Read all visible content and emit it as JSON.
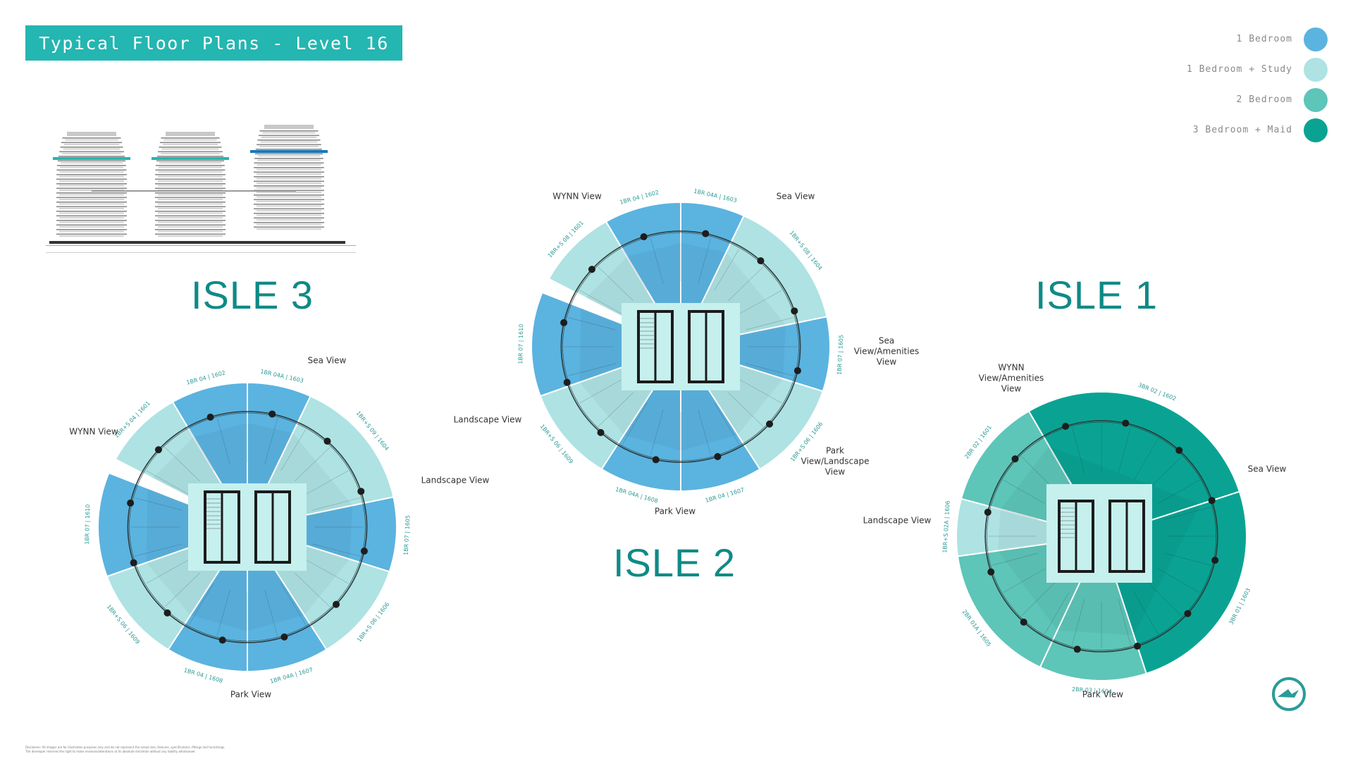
{
  "header": {
    "title": "Typical Floor Plans - Level 16"
  },
  "legend": [
    {
      "label": "1 Bedroom",
      "color": "#5bb3e0"
    },
    {
      "label": "1 Bedroom + Study",
      "color": "#aee2e3"
    },
    {
      "label": "2 Bedroom",
      "color": "#5ec5b9"
    },
    {
      "label": "3 Bedroom + Maid",
      "color": "#0aa393"
    }
  ],
  "isles": [
    {
      "name": "ISLE 3",
      "views": [
        "Sea View",
        "WYNN View",
        "Landscape View",
        "Park View"
      ],
      "units": [
        {
          "label": "1BR+S 04 | 1601",
          "type": 1
        },
        {
          "label": "1BR 04 | 1602",
          "type": 0
        },
        {
          "label": "1BR 04A | 1603",
          "type": 0
        },
        {
          "label": "1BR+S 09 | 1604",
          "type": 1
        },
        {
          "label": "1BR 07 | 1605",
          "type": 0
        },
        {
          "label": "1BR+S 06 | 1606",
          "type": 1
        },
        {
          "label": "1BR 04A | 1607",
          "type": 0
        },
        {
          "label": "1BR 04 | 1608",
          "type": 0
        },
        {
          "label": "1BR+S 06 | 1609",
          "type": 1
        },
        {
          "label": "1BR 07 | 1610",
          "type": 0
        }
      ]
    },
    {
      "name": "ISLE 2",
      "views": [
        "WYNN View",
        "Sea View",
        "Landscape View",
        "Sea\nView/Amenities\nView",
        "Park\nView/Landscape\nView",
        "Park View"
      ],
      "units": [
        {
          "label": "1BR+S 08 | 1601",
          "type": 1
        },
        {
          "label": "1BR 04 | 1602",
          "type": 0
        },
        {
          "label": "1BR 04A | 1603",
          "type": 0
        },
        {
          "label": "1BR+S 08 | 1604",
          "type": 1
        },
        {
          "label": "1BR 07 | 1605",
          "type": 0
        },
        {
          "label": "1BR+S 06 | 1606",
          "type": 1
        },
        {
          "label": "1BR 04 | 1607",
          "type": 0
        },
        {
          "label": "1BR 04A | 1608",
          "type": 0
        },
        {
          "label": "1BR+S 06 | 1609",
          "type": 1
        },
        {
          "label": "1BR 07 | 1610",
          "type": 0
        }
      ]
    },
    {
      "name": "ISLE 1",
      "views": [
        "WYNN\nView/Amenities\nView",
        "Sea View",
        "Landscape View",
        "Park View"
      ],
      "units": [
        {
          "label": "2BR 02 | 1601",
          "type": 2
        },
        {
          "label": "3BR 02 | 1602",
          "type": 3
        },
        {
          "label": "3BR 01 | 1603",
          "type": 3
        },
        {
          "label": "2BR 03 | 1604",
          "type": 2
        },
        {
          "label": "2BR 01A | 1605",
          "type": 2
        },
        {
          "label": "1BR+S 02A | 1606",
          "type": 1
        }
      ]
    }
  ],
  "disclaimer": [
    "Disclaimer: All images are for illustration purposes only and do not represent the actual size, features, specifications, fittings and furnishings.",
    "The developer reserves the right to make revisions/alterations at its absolute discretion without any liability whatsoever."
  ]
}
